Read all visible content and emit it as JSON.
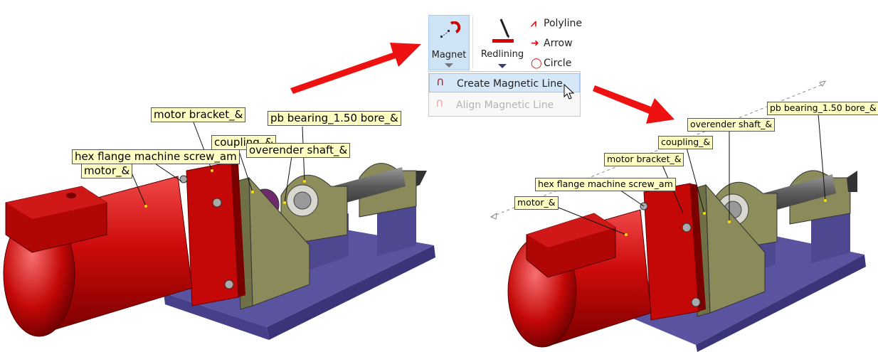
{
  "ribbon": {
    "magnet_label": "Magnet",
    "redlining_label": "Redlining",
    "tools": [
      {
        "label": "Polyline",
        "icon": "polyline-icon"
      },
      {
        "label": "Arrow",
        "icon": "arrow-icon"
      },
      {
        "label": "Circle",
        "icon": "circle-icon"
      }
    ]
  },
  "menu": {
    "items": [
      {
        "label": "Create Magnetic Line",
        "state": "hover"
      },
      {
        "label": "Align Magnetic Line",
        "state": "disabled"
      }
    ]
  },
  "left_view": {
    "labels": {
      "motor_bracket": "motor bracket_&",
      "pb_bearing": "pb bearing_1.50 bore_&",
      "coupling": "coupling_&",
      "overender_shaft": "overender shaft_&",
      "hex_flange": "hex flange machine screw_am",
      "motor": "motor_&"
    }
  },
  "right_view": {
    "labels": {
      "pb_bearing": "pb bearing_1.50 bore_&",
      "overender_shaft": "overender shaft_&",
      "coupling": "coupling_&",
      "motor_bracket": "motor bracket_&",
      "hex_flange": "hex flange machine screw_am",
      "motor": "motor_&"
    }
  },
  "colors": {
    "motor_red": "#cc0a0a",
    "baseplate_purple": "#5a54a0",
    "bracket_olive": "#7a7a4a",
    "label_bg": "#ffffc4",
    "arrow_red": "#ee1111",
    "magnet_button_bg": "#cfe3f6"
  }
}
